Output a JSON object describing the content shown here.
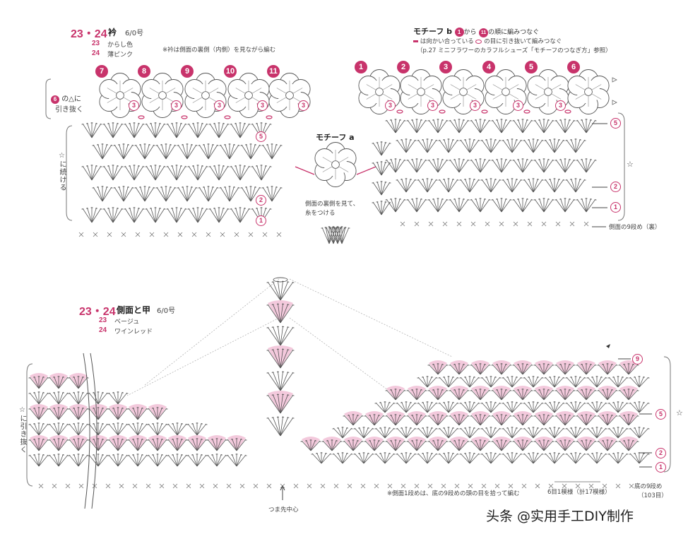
{
  "collar": {
    "title_num": "23・24",
    "title": "衿",
    "hook": "6/0号",
    "colors": [
      {
        "num": "23",
        "name": "からし色"
      },
      {
        "num": "24",
        "name": "薄ピンク"
      }
    ],
    "note": "※衿は側面の裏側（内側）を見ながら編む",
    "side_note_num": "6",
    "side_note_line1": "の△に",
    "side_note_line2": "引き抜く",
    "left_vert_label": "☆に続ける",
    "motif_numbers": [
      "7",
      "8",
      "9",
      "10",
      "11"
    ],
    "join_mark": "3",
    "row_label_5": "5",
    "row_label_2": "2",
    "row_label_1": "1"
  },
  "motif_a": {
    "label": "モチーフ a",
    "attach_note_line1": "側面の裏側を見て、",
    "attach_note_line2": "糸をつける"
  },
  "motif_b": {
    "title": "モチーフ b",
    "title_from": "1",
    "title_from_txt": "から",
    "title_to": "11",
    "title_to_txt": "の順に編みつなぐ",
    "bullet_text": "は向かい合っている",
    "bullet_text2": "の目に引き抜いて編みつなぐ",
    "ref_note": "（p.27 ミニフラワーのカラフルシューズ「モチーフのつなぎ方」参照）",
    "motif_numbers": [
      "1",
      "2",
      "3",
      "4",
      "5",
      "6"
    ],
    "row_label_5": "5",
    "row_label_2": "2",
    "row_label_1": "1",
    "side_row_label": "側面の9段め（裏）",
    "star": "☆"
  },
  "side_upper": {
    "title_num": "23・24",
    "title": "側面と甲",
    "hook": "6/0号",
    "colors": [
      {
        "num": "23",
        "name": "ベージュ"
      },
      {
        "num": "24",
        "name": "ワインレッド"
      }
    ],
    "left_vert_label": "☆に引き抜く",
    "row_label_9": "9",
    "row_label_5": "5",
    "row_label_2": "2",
    "row_label_1": "1",
    "star": "☆",
    "note": "※側面1段めは、底の9段めの頭の目を拾って編む",
    "repeat_note": "6目1模様（計17模様）",
    "bottom_label_line1": "底の9段め",
    "bottom_label_line2": "（103目）",
    "toe_center": "つま先中心"
  },
  "watermark": "头条 @实用手工DIY制作",
  "colors": {
    "accent": "#c8336b",
    "pink_fill": "#f3c9dc",
    "line": "#555555"
  }
}
